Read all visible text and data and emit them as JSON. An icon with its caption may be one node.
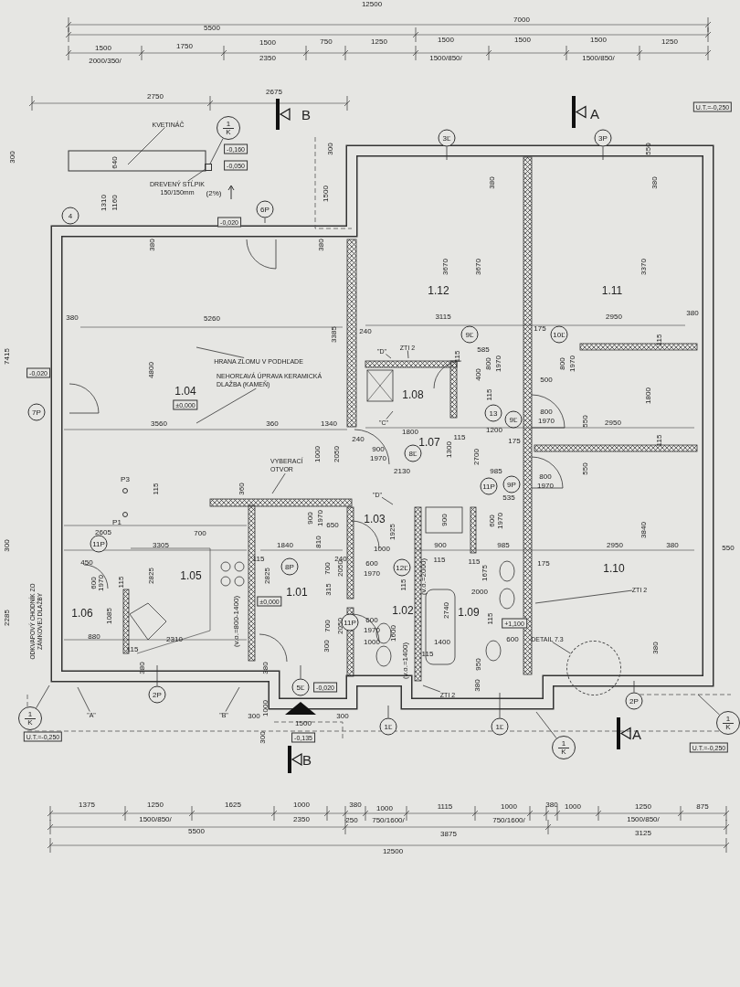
{
  "diagram": {
    "nodes": [
      {
        "text": [
          "1",
          "K"
        ]
      },
      {
        "text": [
          "KVETINÁČ"
        ]
      },
      {
        "text": [
          "DREVENÝ STĹPIK",
          "150/150mm"
        ]
      },
      {
        "text": [
          "-0,160"
        ]
      },
      {
        "text": [
          "-0,050"
        ]
      },
      {
        "text": [
          "4"
        ]
      },
      {
        "text": [
          "6P"
        ]
      },
      {
        "text": [
          "-0,020"
        ]
      },
      {
        "text": [
          "3Ľ"
        ]
      },
      {
        "text": [
          "3P"
        ]
      },
      {
        "text": [
          "U.T.=-0,250"
        ]
      },
      {
        "text": [
          "-0,020"
        ]
      },
      {
        "text": [
          "7P"
        ]
      },
      {
        "text": [
          "HRANA ZLOMU V PODHĽADE"
        ]
      },
      {
        "text": [
          "NEHORĽAVÁ ÚPRAVA KERAMICKÁ DLAŽBA (KAMEŇ)"
        ]
      },
      {
        "text": [
          "±0,000"
        ]
      },
      {
        "text": [
          "\"D\""
        ]
      },
      {
        "text": [
          "ZTI 2"
        ]
      },
      {
        "text": [
          "9Ľ"
        ]
      },
      {
        "text": [
          "10Ľ"
        ]
      },
      {
        "text": [
          "\"C\""
        ]
      },
      {
        "text": [
          "13"
        ]
      },
      {
        "text": [
          "9Ľ"
        ]
      },
      {
        "text": [
          "8Ľ"
        ]
      },
      {
        "text": [
          "VYBERACÍ OTVOR"
        ]
      },
      {
        "text": [
          "11P"
        ]
      },
      {
        "text": [
          "9P"
        ]
      },
      {
        "text": [
          "\"D\""
        ]
      },
      {
        "text": [
          "11P"
        ]
      },
      {
        "text": [
          "8P"
        ]
      },
      {
        "text": [
          "12Ľ"
        ]
      },
      {
        "text": [
          "±0,000"
        ]
      },
      {
        "text": [
          "11P"
        ]
      },
      {
        "text": [
          "ZTI 2"
        ]
      },
      {
        "text": [
          "+1,100"
        ]
      },
      {
        "text": [
          "DETAIL 7.3"
        ]
      },
      {
        "text": [],
        "shape": "circle"
      },
      {
        "text": [
          "-0,020"
        ]
      },
      {
        "text": [
          "5Ľ"
        ]
      },
      {
        "text": [
          "2P"
        ]
      },
      {
        "text": [
          "2P"
        ]
      },
      {
        "text": [
          "ZTI 2"
        ]
      },
      {
        "text": [
          "1Ľ"
        ]
      },
      {
        "text": [
          "1Ľ"
        ]
      },
      {
        "text": [
          "\"A\""
        ]
      },
      {
        "text": [
          "\"B\""
        ]
      },
      {
        "text": [
          "1",
          "K"
        ]
      },
      {
        "text": [
          "U.T.=-0,250"
        ]
      },
      {
        "text": [
          "-0,135"
        ]
      },
      {
        "text": [
          "1",
          "K"
        ]
      },
      {
        "text": [
          "1",
          "K"
        ]
      },
      {
        "text": [
          "U.T.=-0,250"
        ]
      },
      {
        "text": [],
        "shape": "box"
      }
    ],
    "edges": [
      {
        "from": 0,
        "to": 52,
        "arrow": "none"
      },
      {
        "from": 1,
        "to": null,
        "arrow": "none"
      },
      {
        "from": 2,
        "to": 52,
        "arrow": "none"
      },
      {
        "from": 6,
        "to": null,
        "arrow": "none"
      },
      {
        "from": 8,
        "to": null,
        "arrow": "none"
      },
      {
        "from": 9,
        "to": null,
        "arrow": "none"
      },
      {
        "from": 13,
        "to": null,
        "arrow": "none"
      },
      {
        "from": 14,
        "to": null,
        "arrow": "none"
      },
      {
        "from": 16,
        "to": null,
        "arrow": "none"
      },
      {
        "from": 17,
        "to": null,
        "arrow": "none"
      },
      {
        "from": 20,
        "to": null,
        "arrow": "none"
      },
      {
        "from": 24,
        "to": null,
        "arrow": "none"
      },
      {
        "from": 27,
        "to": null,
        "arrow": "none"
      },
      {
        "from": 33,
        "to": null,
        "arrow": "none"
      },
      {
        "from": 35,
        "to": 36,
        "arrow": "none"
      },
      {
        "from": 38,
        "to": null,
        "arrow": "none"
      },
      {
        "from": 39,
        "to": null,
        "arrow": "none"
      },
      {
        "from": 40,
        "to": null,
        "arrow": "none"
      },
      {
        "from": 41,
        "to": null,
        "arrow": "none"
      },
      {
        "from": 42,
        "to": null,
        "arrow": "none"
      },
      {
        "from": 43,
        "to": null,
        "arrow": "none"
      },
      {
        "from": 44,
        "to": null,
        "arrow": "none"
      },
      {
        "from": 45,
        "to": null,
        "arrow": "none"
      },
      {
        "from": 46,
        "to": null,
        "arrow": "none"
      },
      {
        "from": 49,
        "to": null,
        "arrow": "none"
      },
      {
        "from": 50,
        "to": null,
        "arrow": "none"
      }
    ],
    "labels": [
      "12500",
      "5500",
      "7000",
      "1500",
      "2000/350/",
      "1750",
      "1500",
      "2350",
      "750",
      "1250",
      "1500",
      "1500/850/",
      "1500",
      "1500",
      "1500/850/",
      "1250",
      "2750",
      "2675",
      "B",
      "A",
      "300",
      "640",
      "300",
      "550",
      "(2%)",
      "1310",
      "1160",
      "1500",
      "380",
      "380",
      "380",
      "380",
      "3670",
      "3670",
      "3370",
      "1.12",
      "1.11",
      "380",
      "5260",
      "3115",
      "2950",
      "380",
      "175",
      "240",
      "3385",
      "115",
      "585",
      "115",
      "7415",
      "4800",
      "400",
      "800",
      "1970",
      "800",
      "1970",
      "500",
      "1.08",
      "1.04",
      "115",
      "1800",
      "3560",
      "360",
      "1340",
      "1200",
      "1800",
      "2950",
      "550",
      "240",
      "1.07",
      "115",
      "175",
      "115",
      "800",
      "1970",
      "1000",
      "2050",
      "900",
      "1970",
      "1300",
      "2700",
      "2130",
      "985",
      "550",
      "800",
      "1970",
      "115",
      "360",
      "535",
      "P3",
      "P1",
      "900",
      "1970",
      "650",
      "1.03",
      "1925",
      "900",
      "600",
      "1970",
      "300",
      "2605",
      "700",
      "3305",
      "1840",
      "810",
      "1000",
      "900",
      "985",
      "2950",
      "3840",
      "380",
      "550",
      "450",
      "600",
      "1970",
      "115",
      "2825",
      "1.05",
      "115",
      "2825",
      "1.01",
      "700",
      "315",
      "240",
      "2050",
      "600",
      "1970",
      "115",
      "(v.o.=2000)",
      "115",
      "115",
      "2000",
      "1675",
      "175",
      "1.10",
      "1.02",
      "2740",
      "1.09",
      "1085",
      "1.06",
      "(v.o.=800-1400)",
      "2285",
      "600",
      "1970",
      "700",
      "2050",
      "115",
      "1600",
      "880",
      "2310",
      "1000",
      "1400",
      "600",
      "115",
      "380",
      "380",
      "300",
      "(v.o.=1400)",
      "115",
      "950",
      "380",
      "380",
      "ODKVAPOVÝ CHODNÍK ZO ZÁMKOVEJ DLAŽBY",
      "1000",
      "300",
      "1500",
      "300",
      "A",
      "300",
      "B",
      "1375",
      "1250",
      "1500/850/",
      "1625",
      "1000",
      "2350",
      "380",
      "1000",
      "250",
      "750/1600/",
      "5500",
      "1115",
      "1000",
      "750/1600/",
      "380",
      "1000",
      "3875",
      "1250",
      "875",
      "1500/850/",
      "3125",
      "12500"
    ]
  }
}
